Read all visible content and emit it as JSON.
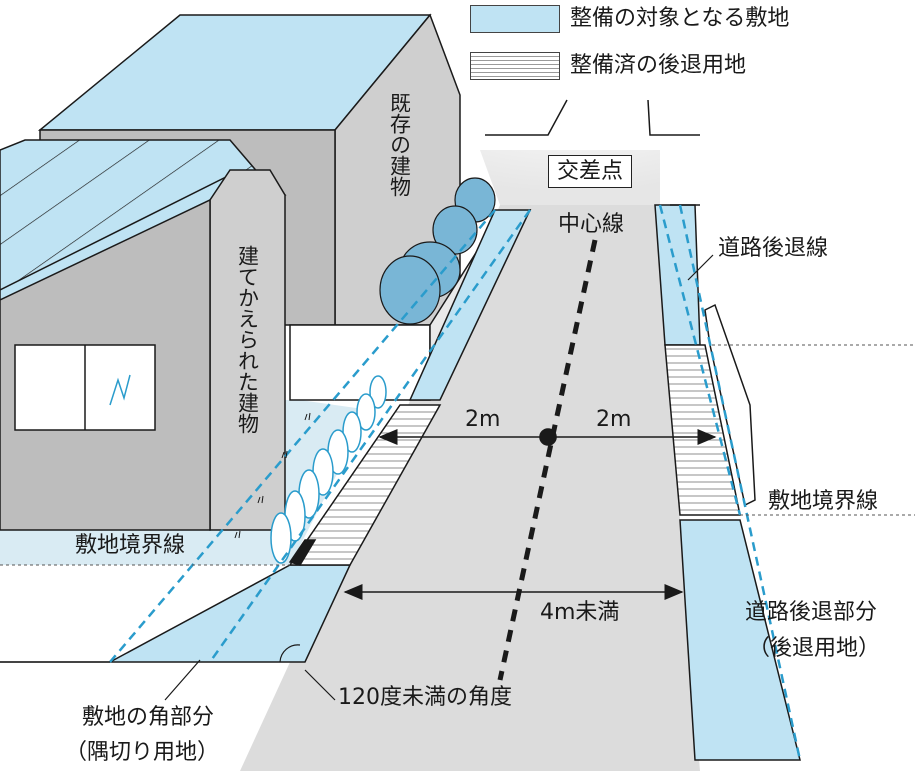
{
  "legend": {
    "target_site": "整備の対象となる敷地",
    "completed_setback": "整備済の後退用地"
  },
  "labels": {
    "intersection": "交差点",
    "center_line": "中心線",
    "road_setback_line": "道路後退線",
    "existing_building": "既存の建物",
    "rebuilt_building": "建てかえられた建物",
    "dist_left": "2m",
    "dist_right": "2m",
    "road_width": "4m未満",
    "site_boundary_left": "敷地境界線",
    "site_boundary_right": "敷地境界線",
    "setback_part_line1": "道路後退部分",
    "setback_part_line2": "（後退用地）",
    "corner_part_line1": "敷地の角部分",
    "corner_part_line2": "（隅切り用地）",
    "angle_note": "120度未満の角度"
  },
  "colors": {
    "target_fill": "#bfe3f3",
    "dashed_line": "#2a9ccc",
    "road": "#dcdcdc",
    "wall": "#cfcfcf",
    "outline": "#222222"
  }
}
